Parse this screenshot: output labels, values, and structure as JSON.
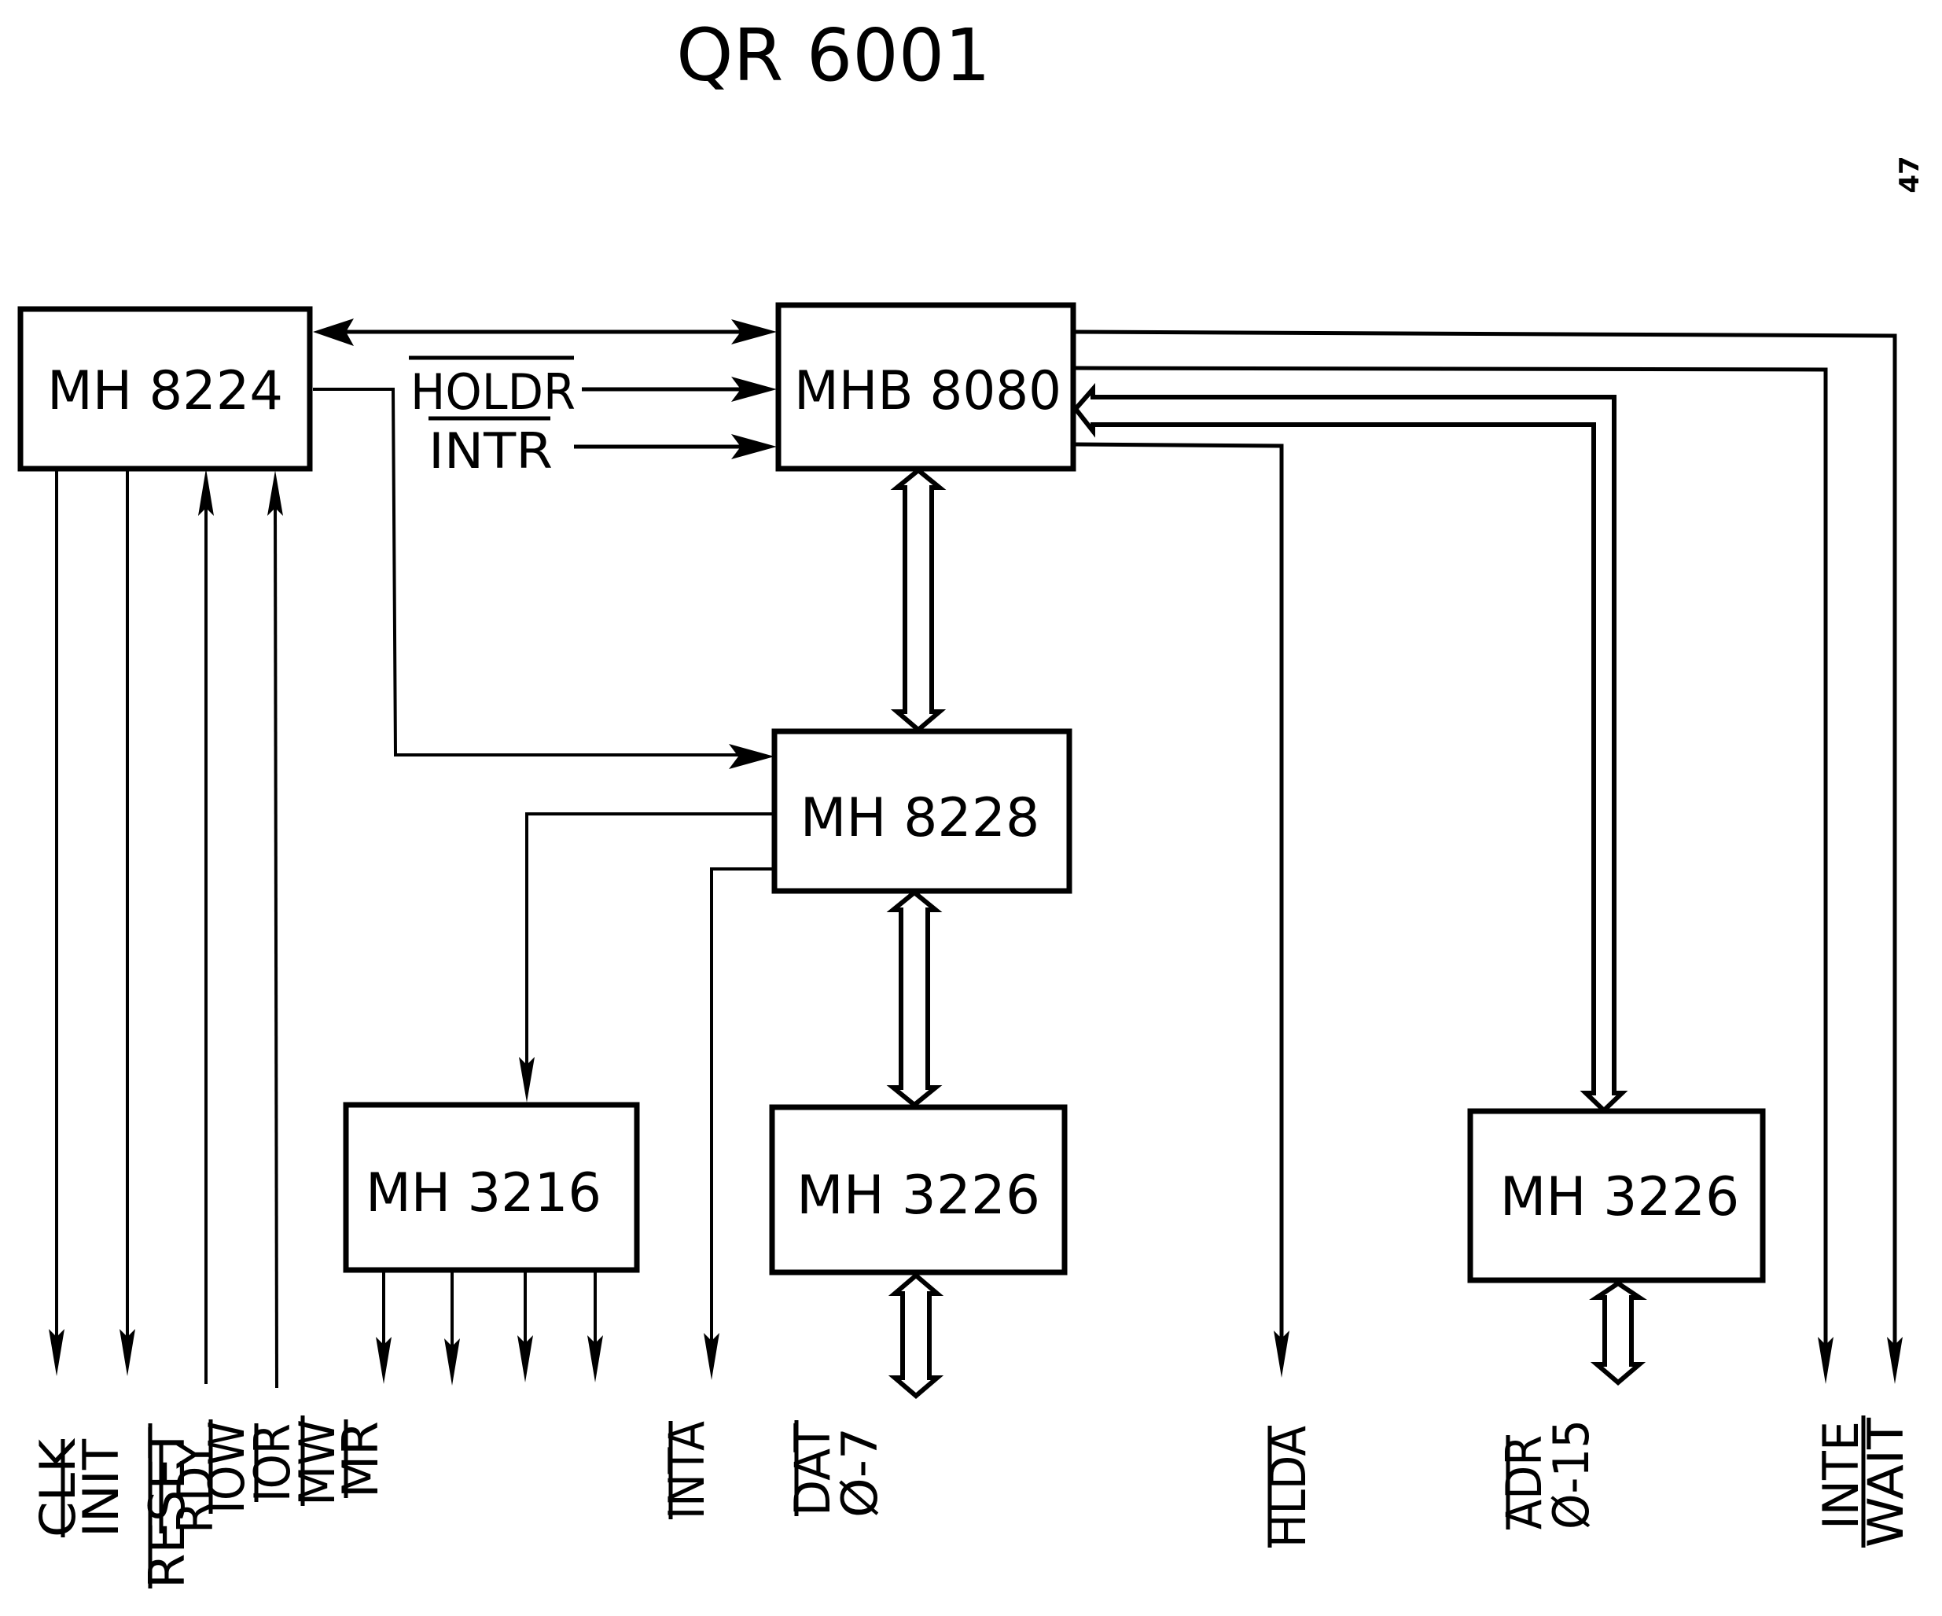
{
  "title": "QR 6001",
  "page_number": "47",
  "blocks": {
    "clock_gen": "MH 8224",
    "cpu": "MHB 8080",
    "sys_ctrl": "MH 8228",
    "bus_driver_ctrl": "MH 3216",
    "data_buffer": "MH 3226",
    "addr_buffer": "MH 3226"
  },
  "inline_labels": {
    "holdr": "HOLDR",
    "intr": "INTR"
  },
  "signals": {
    "clk": "CLK",
    "init": "INIT",
    "rdy": "RDY",
    "reset": "RESET",
    "iow": "IOW",
    "ior": "IOR",
    "mw": "MW",
    "mr": "MR",
    "inta": "INTA",
    "dat": "DAT",
    "dat_range": "Ø-7",
    "hlda": "HLDA",
    "adr": "ADR",
    "adr_range": "Ø-15",
    "inte": "INTE",
    "wait": "WAIT"
  }
}
